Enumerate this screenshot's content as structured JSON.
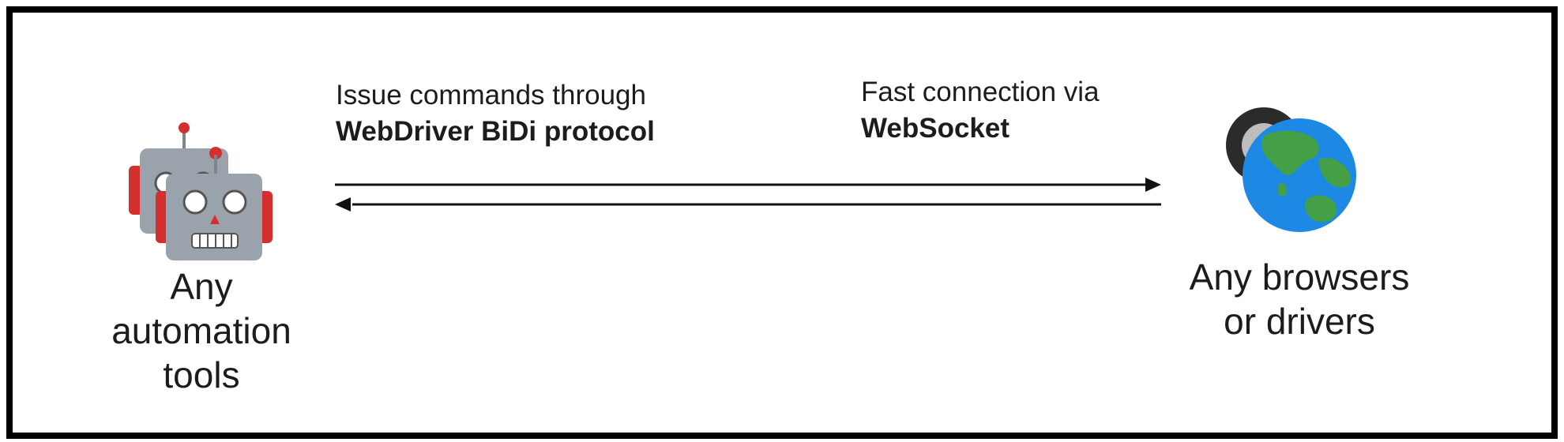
{
  "left_node": {
    "icon": "robot-icon",
    "label_lines": [
      "Any",
      "automation",
      "tools"
    ]
  },
  "right_node": {
    "icon": "globe-with-wheel-icon",
    "label_lines": [
      "Any browsers",
      "or drivers"
    ]
  },
  "command_caption": {
    "line1": "Issue commands through",
    "line2": "WebDriver BiDi protocol"
  },
  "connection_caption": {
    "line1": "Fast connection via",
    "line2": "WebSocket"
  },
  "colors": {
    "robot_body": "#9aa3ab",
    "robot_ears": "#d32f2f",
    "globe_ocean": "#1e88e5",
    "globe_land": "#43a047",
    "tire": "#2b2b2b"
  }
}
